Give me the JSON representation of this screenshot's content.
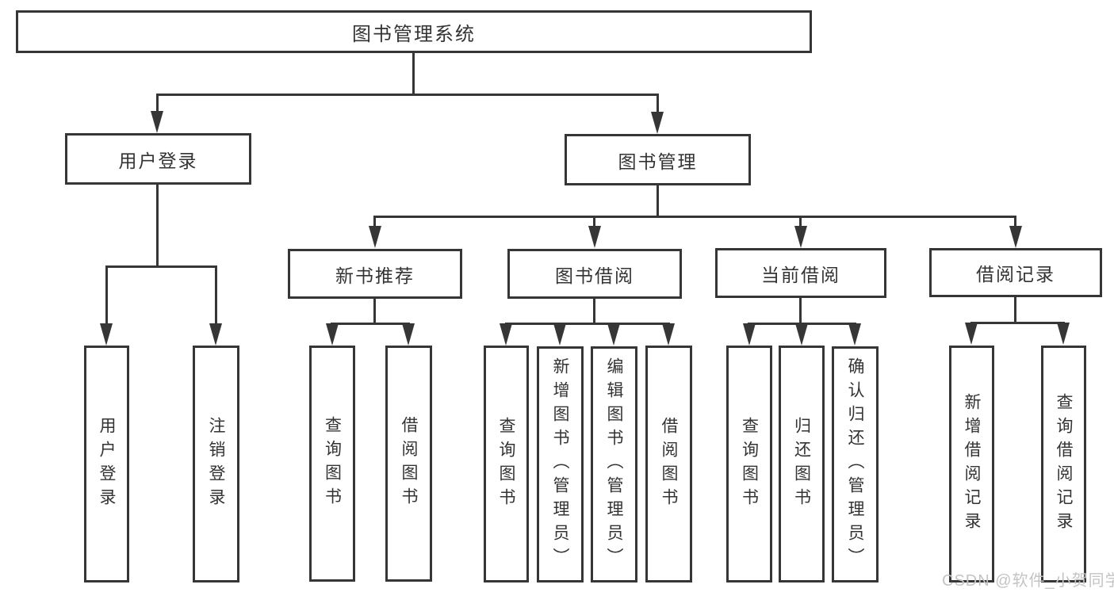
{
  "diagram": {
    "root": {
      "label": "图书管理系统"
    },
    "branches": [
      {
        "label": "用户登录",
        "children": [
          {
            "label": "用户登录"
          },
          {
            "label": "注销登录"
          }
        ]
      },
      {
        "label": "图书管理",
        "groups": [
          {
            "label": "新书推荐",
            "children": [
              {
                "label": "查询图书"
              },
              {
                "label": "借阅图书"
              }
            ]
          },
          {
            "label": "图书借阅",
            "children": [
              {
                "label": "查询图书"
              },
              {
                "label": "新增图书（管理员）"
              },
              {
                "label": "编辑图书（管理员）"
              },
              {
                "label": "借阅图书"
              }
            ]
          },
          {
            "label": "当前借阅",
            "children": [
              {
                "label": "查询图书"
              },
              {
                "label": "归还图书"
              },
              {
                "label": "确认归还（管理员）"
              }
            ]
          },
          {
            "label": "借阅记录",
            "children": [
              {
                "label": "新增借阅记录"
              },
              {
                "label": "查询借阅记录"
              }
            ]
          }
        ]
      }
    ],
    "watermark": "CSDN @软件_小贺同学",
    "colors": {
      "line": "#363636",
      "text": "#333333",
      "watermark": "#c4c4c4",
      "background": "#ffffff"
    }
  }
}
